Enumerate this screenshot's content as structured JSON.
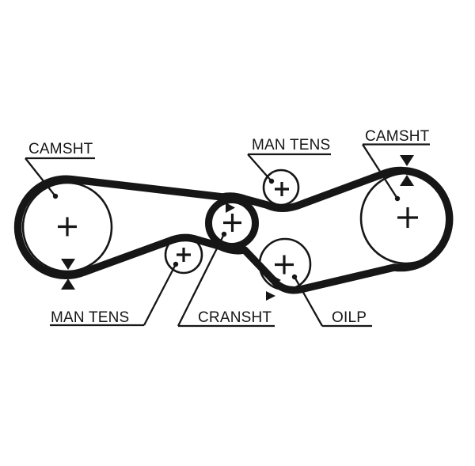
{
  "page": {
    "background": "#ffffff",
    "line_color": "#161616"
  },
  "diagram": {
    "type": "timing-belt-routing-diagram",
    "labels": {
      "camshaft_left": "CAMSHT",
      "tensioner_top": "MAN TENS",
      "camshaft_right": "CAMSHT",
      "tensioner_bottom": "MAN TENS",
      "crankshaft": "CRANSHT",
      "oil_pump": "OILP"
    },
    "icons": {
      "timing-mark-down-icon": "▼",
      "timing-mark-up-icon": "▲",
      "timing-mark-right-icon": "►",
      "alignment-dot-icon": "●",
      "pulley-center-plus-icon": "+"
    }
  }
}
